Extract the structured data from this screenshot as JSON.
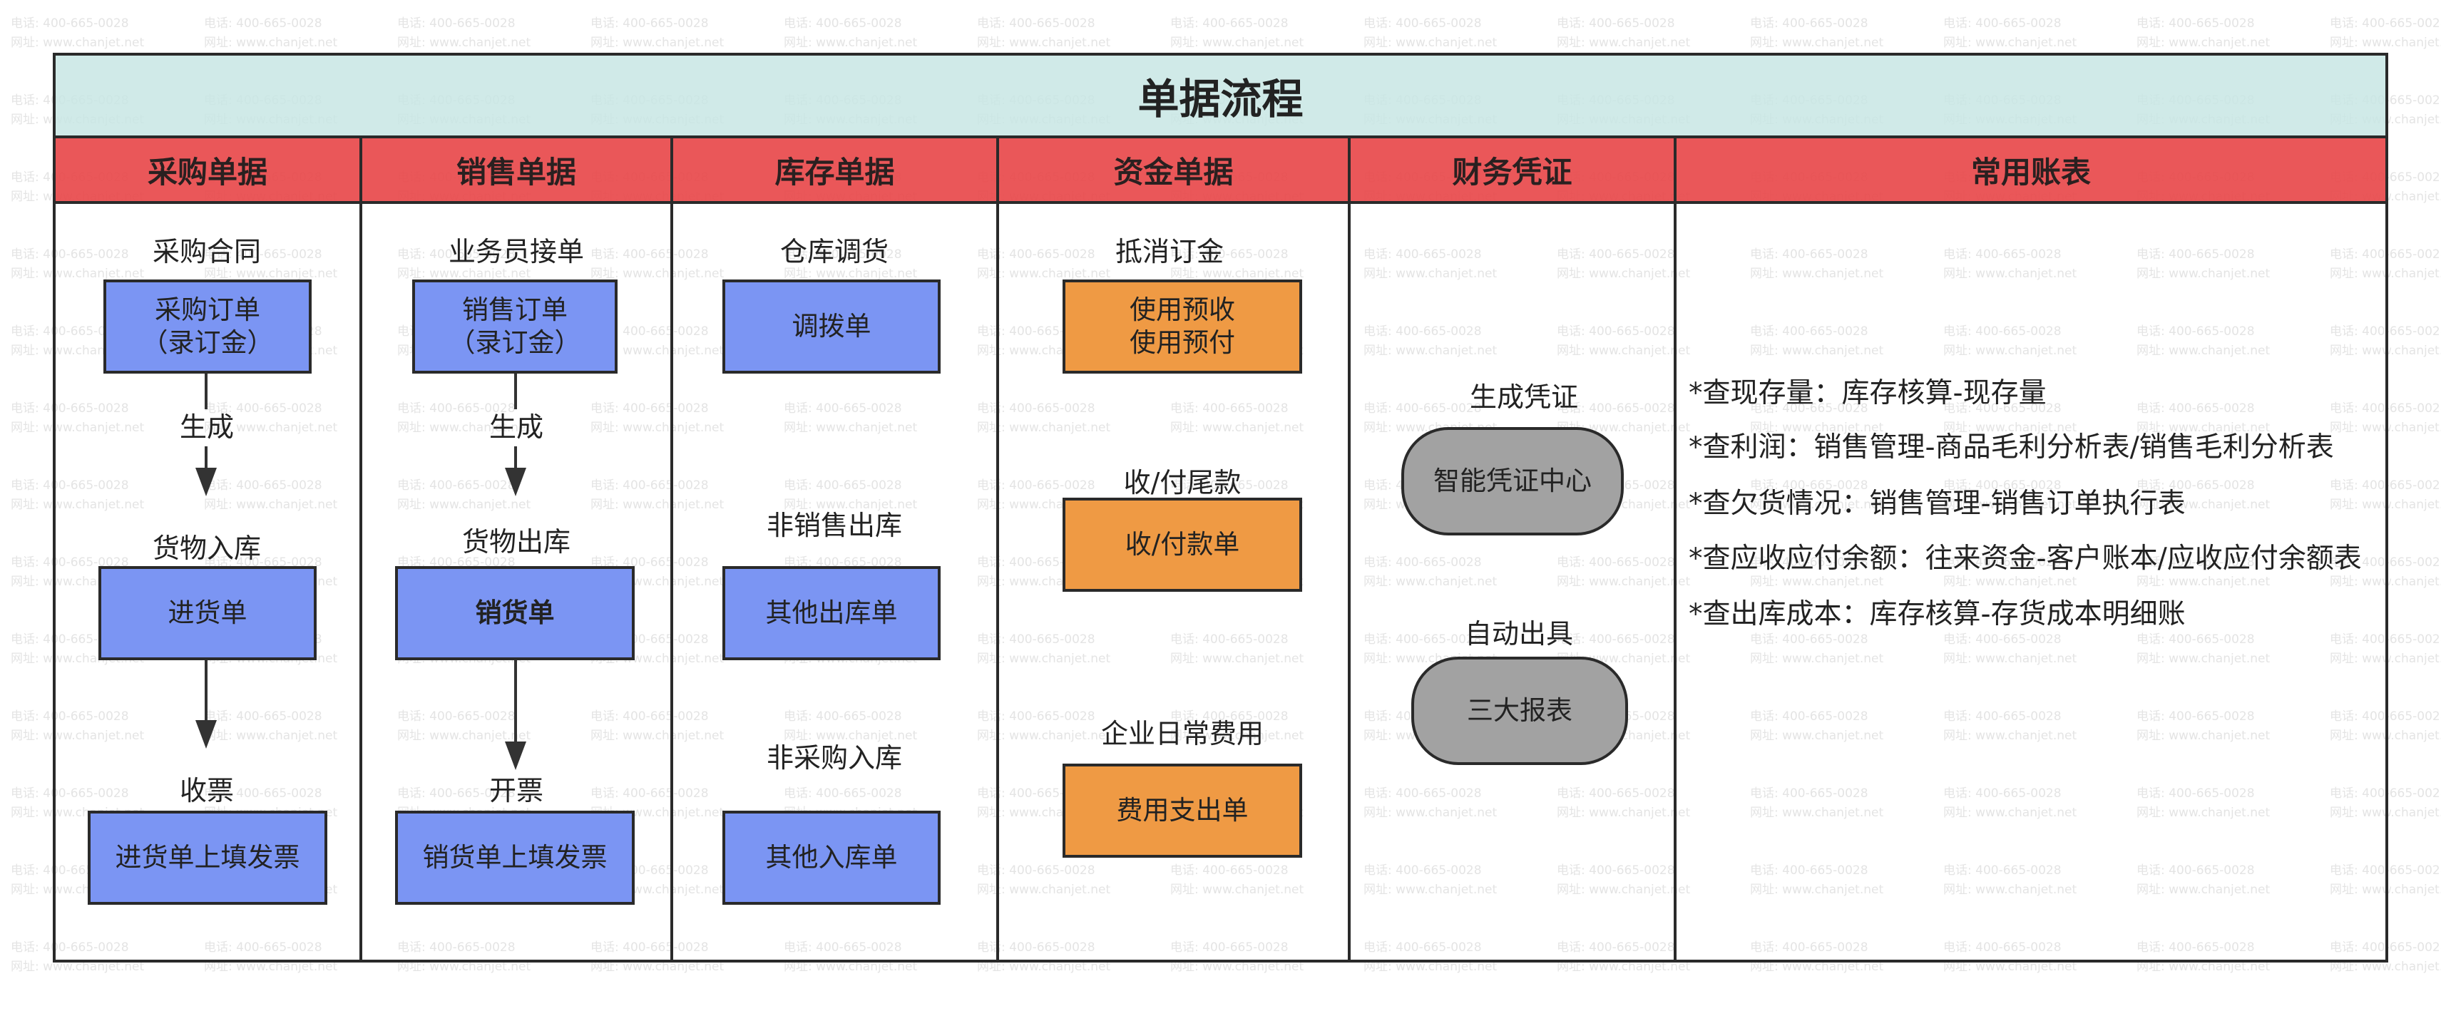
{
  "title": "单据流程",
  "watermark": {
    "phone": "电话: 400-665-0028",
    "site": "网址: www.chanjet.net"
  },
  "colors": {
    "title_bg": "#c8e6e4",
    "header_bg": "#e84a4c",
    "box_blue": "#7b95f3",
    "box_orange": "#ef9a44",
    "box_gray": "#a2a2a2",
    "border": "#2a2a2a"
  },
  "columns": {
    "purchase": {
      "header": "采购单据",
      "label_contract": "采购合同",
      "box_order_line1": "采购订单",
      "box_order_line2": "（录订金）",
      "arrow_label": "生成",
      "label_receive": "货物入库",
      "box_receipt": "进货单",
      "label_invoice": "收票",
      "box_invoice": "进货单上填发票"
    },
    "sales": {
      "header": "销售单据",
      "label_order": "业务员接单",
      "box_order_line1": "销售订单",
      "box_order_line2": "（录订金）",
      "arrow_label": "生成",
      "label_ship": "货物出库",
      "box_delivery": "销货单",
      "label_invoice": "开票",
      "box_invoice": "销货单上填发票"
    },
    "inventory": {
      "header": "库存单据",
      "label_transfer": "仓库调货",
      "box_transfer": "调拨单",
      "label_other_out": "非销售出库",
      "box_other_out": "其他出库单",
      "label_other_in": "非采购入库",
      "box_other_in": "其他入库单"
    },
    "funds": {
      "header": "资金单据",
      "label_offset": "抵消订金",
      "box_prepay_line1": "使用预收",
      "box_prepay_line2": "使用预付",
      "label_balance": "收/付尾款",
      "box_payment": "收/付款单",
      "label_expense": "企业日常费用",
      "box_expense": "费用支出单"
    },
    "vouchers": {
      "header": "财务凭证",
      "label_generate": "生成凭证",
      "box_center": "智能凭证中心",
      "label_auto": "自动出具",
      "box_reports": "三大报表"
    },
    "reports": {
      "header": "常用账表",
      "items": [
        "*查现存量：库存核算-现存量",
        "*查利润：销售管理-商品毛利分析表/销售毛利分析表",
        "*查欠货情况：销售管理-销售订单执行表",
        "*查应收应付余额：往来资金-客户账本/应收应付余额表",
        "*查出库成本：库存核算-存货成本明细账"
      ]
    }
  }
}
